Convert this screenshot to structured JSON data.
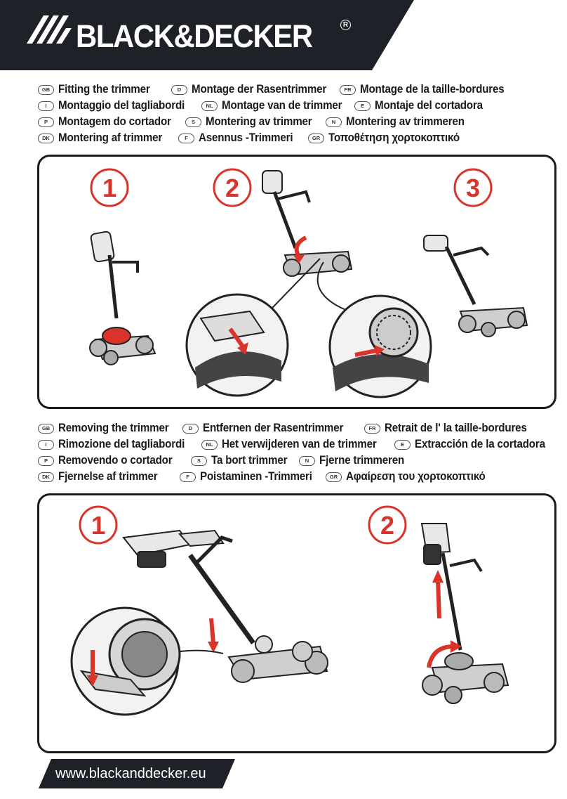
{
  "header": {
    "brand": "BLACK&DECKER",
    "registered_mark": "R"
  },
  "fitting": {
    "rows": [
      [
        {
          "code": "GB",
          "text": "Fitting the trimmer"
        },
        {
          "code": "D",
          "text": "Montage der  Rasentrimmer"
        },
        {
          "code": "FR",
          "text": "Montage de la taille-bordures"
        }
      ],
      [
        {
          "code": "I",
          "text": "Montaggio del tagliabordi"
        },
        {
          "code": "NL",
          "text": "Montage van de trimmer"
        },
        {
          "code": "E",
          "text": "Montaje del cortadora"
        }
      ],
      [
        {
          "code": "P",
          "text": "Montagem do cortador"
        },
        {
          "code": "S",
          "text": "Montering av trimmer"
        },
        {
          "code": "N",
          "text": "Montering av trimmeren"
        }
      ],
      [
        {
          "code": "DK",
          "text": "Montering af trimmer"
        },
        {
          "code": "F",
          "text": "Asennus -Trimmeri"
        },
        {
          "code": "GR",
          "text": "Τοποθέτηση χορτοκοπτικό"
        }
      ]
    ],
    "steps": [
      "1",
      "2",
      "3"
    ]
  },
  "removing": {
    "rows": [
      [
        {
          "code": "GB",
          "text": "Removing the trimmer"
        },
        {
          "code": "D",
          "text": "Entfernen der  Rasentrimmer"
        },
        {
          "code": "FR",
          "text": "Retrait de l' la taille-bordures"
        }
      ],
      [
        {
          "code": "I",
          "text": "Rimozione del tagliabordi"
        },
        {
          "code": "NL",
          "text": "Het verwijderen van de trimmer"
        },
        {
          "code": "E",
          "text": "Extracción de la cortadora"
        }
      ],
      [
        {
          "code": "P",
          "text": "Removendo o cortador"
        },
        {
          "code": "S",
          "text": "Ta bort trimmer"
        },
        {
          "code": "N",
          "text": "Fjerne trimmeren"
        }
      ],
      [
        {
          "code": "DK",
          "text": "Fjernelse af trimmer"
        },
        {
          "code": "F",
          "text": "Poistaminen -Trimmeri"
        },
        {
          "code": "GR",
          "text": "Αφαίρεση του χορτοκοπτικό"
        }
      ]
    ],
    "steps": [
      "1",
      "2"
    ]
  },
  "footer": {
    "url": "www.blackanddecker.eu"
  },
  "colors": {
    "banner": "#1e2127",
    "accent_red": "#d9332a",
    "line": "#1a1a1a"
  },
  "icons": [
    "logo-hash-icon",
    "rotate-arrow-icon",
    "down-arrow-icon",
    "up-arrow-icon"
  ]
}
